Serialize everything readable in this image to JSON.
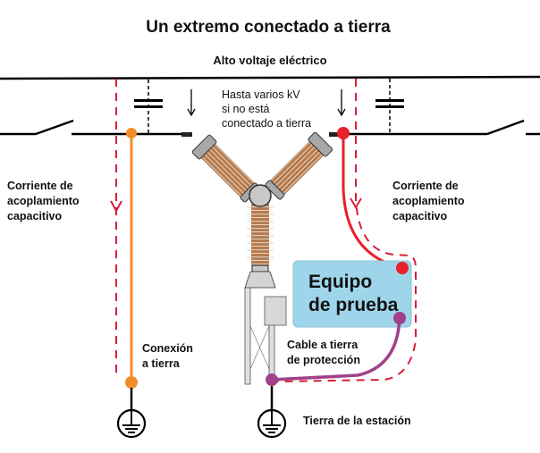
{
  "title": "Un extremo conectado a tierra",
  "high_voltage_label": "Alto voltaje eléctrico",
  "warning_text": [
    "Hasta varios kV",
    "si no está",
    "conectado a tierra"
  ],
  "left_current_label": [
    "Corriente de",
    "acoplamiento",
    "capacitivo"
  ],
  "right_current_label": [
    "Corriente de",
    "acoplamiento",
    "capacitivo"
  ],
  "ground_connection_label": [
    "Conexión",
    "a tierra"
  ],
  "test_equipment_label": [
    "Equipo",
    "de prueba"
  ],
  "protective_cable_label": [
    "Cable a tierra",
    "de protección"
  ],
  "station_ground_label": "Tierra de la estación",
  "colors": {
    "orange_ground": "#f28c28",
    "red_test_lead": "#e8202a",
    "purple_cable": "#a0418a",
    "dashed_current": "#d91f3a",
    "equipment_box": "#9ed5ea",
    "insulator": "#b87a4b"
  }
}
